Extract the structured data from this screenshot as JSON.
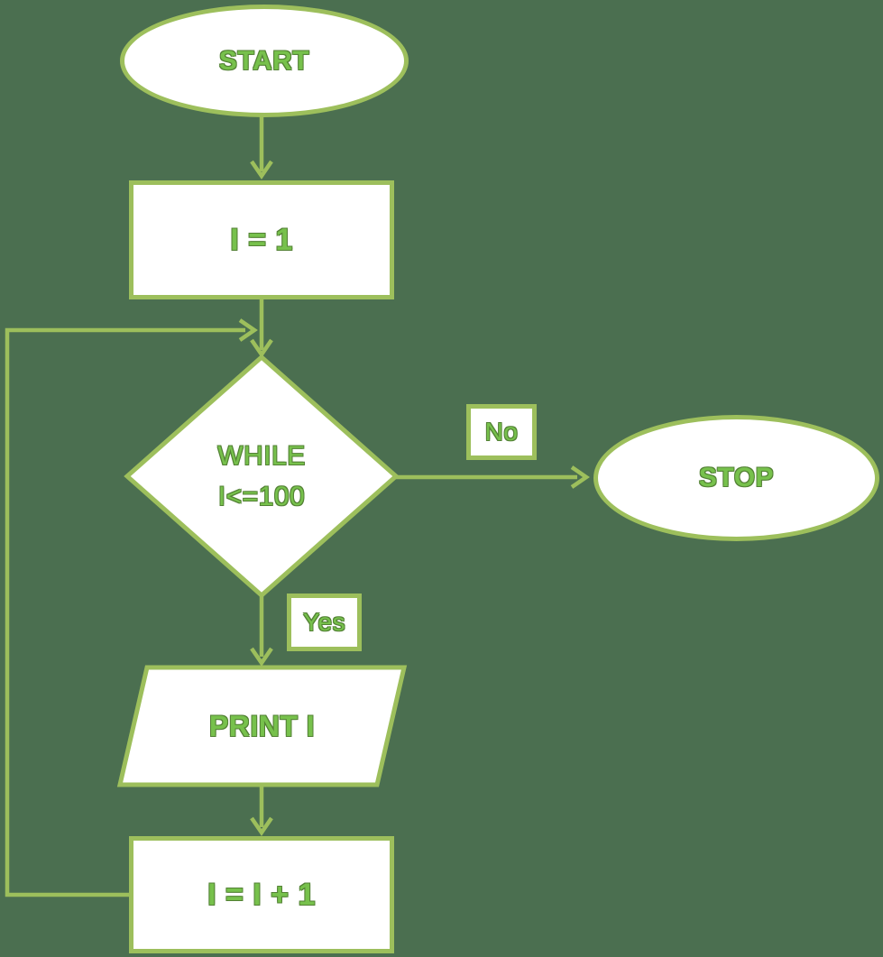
{
  "diagram": {
    "kind": "flowchart",
    "colors": {
      "background": "#4b6f50",
      "stroke": "#9dbf5c",
      "shape_fill": "#ffffff",
      "text": "#77c14c"
    },
    "nodes": {
      "start": {
        "type": "terminator",
        "label": "START"
      },
      "init": {
        "type": "process",
        "label": "I = 1"
      },
      "condition": {
        "type": "decision",
        "line1": "WHILE",
        "line2": "I<=100"
      },
      "print": {
        "type": "input-output",
        "label": "PRINT I"
      },
      "increment": {
        "type": "process",
        "label": "I = I + 1"
      },
      "stop": {
        "type": "terminator",
        "label": "STOP"
      }
    },
    "edge_labels": {
      "no": "No",
      "yes": "Yes"
    }
  }
}
